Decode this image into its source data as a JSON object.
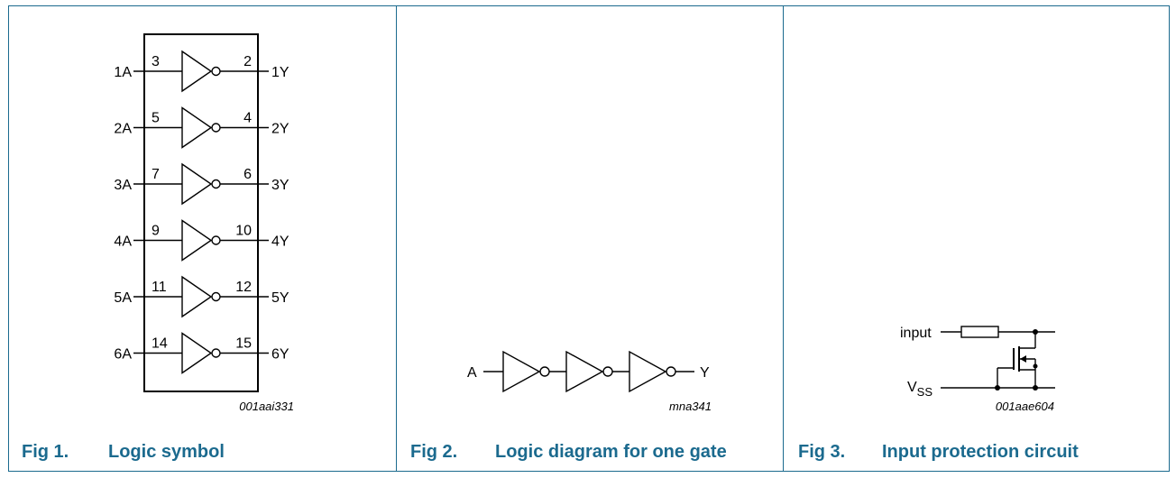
{
  "colors": {
    "accent": "#1b6a8e",
    "ink": "#000000"
  },
  "fig1": {
    "caption_num": "Fig 1.",
    "caption_title": "Logic symbol",
    "code": "001aai331",
    "gates": [
      {
        "in": "1A",
        "in_pin": "3",
        "out_pin": "2",
        "out": "1Y"
      },
      {
        "in": "2A",
        "in_pin": "5",
        "out_pin": "4",
        "out": "2Y"
      },
      {
        "in": "3A",
        "in_pin": "7",
        "out_pin": "6",
        "out": "3Y"
      },
      {
        "in": "4A",
        "in_pin": "9",
        "out_pin": "10",
        "out": "4Y"
      },
      {
        "in": "5A",
        "in_pin": "11",
        "out_pin": "12",
        "out": "5Y"
      },
      {
        "in": "6A",
        "in_pin": "14",
        "out_pin": "15",
        "out": "6Y"
      }
    ]
  },
  "fig2": {
    "caption_num": "Fig 2.",
    "caption_title": "Logic diagram for one gate",
    "code": "mna341",
    "input": "A",
    "output": "Y"
  },
  "fig3": {
    "caption_num": "Fig 3.",
    "caption_title": "Input protection circuit",
    "code": "001aae604",
    "input": "input",
    "vss_main": "V",
    "vss_sub": "SS"
  }
}
